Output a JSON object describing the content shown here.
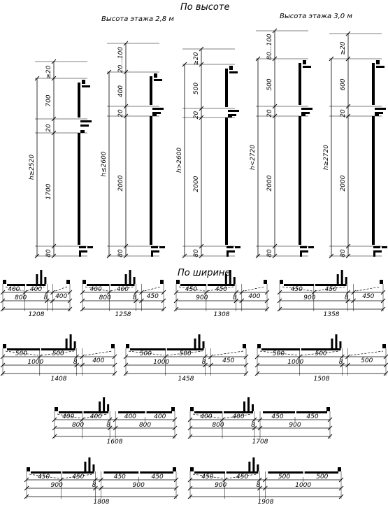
{
  "headings": {
    "by_height": "По высоте",
    "by_width": "По ширине"
  },
  "floor_heights": {
    "h28": "Высота этажа 2,8 м",
    "h30": "Высота этажа 3,0 м"
  },
  "height_diagrams": [
    {
      "id": "a",
      "top": "≥20",
      "upper": "700",
      "mid": "20",
      "lower": "1700",
      "bottom": "80",
      "total": "h≥2520"
    },
    {
      "id": "b",
      "top": "20...100",
      "upper": "400",
      "mid": "20",
      "lower": "2000",
      "bottom": "80",
      "total": "h≤2600"
    },
    {
      "id": "c",
      "top": "≥20",
      "upper": "500",
      "mid": "20",
      "lower": "2000",
      "bottom": "80",
      "total": "h>2600"
    },
    {
      "id": "d",
      "top": "80...100",
      "upper": "500",
      "mid": "20",
      "lower": "2000",
      "bottom": "80",
      "total": "h<2720"
    },
    {
      "id": "e",
      "top": "≥20",
      "upper": "600",
      "mid": "20",
      "lower": "2000",
      "bottom": "80",
      "total": "h≥2720"
    }
  ],
  "width_diagrams": [
    {
      "id": "w1208",
      "panels": [
        "400",
        "400"
      ],
      "sum": "800",
      "gap": "8",
      "door": "400",
      "total": "1208"
    },
    {
      "id": "w1258",
      "panels": [
        "400",
        "400"
      ],
      "sum": "800",
      "gap": "8",
      "door": "450",
      "total": "1258"
    },
    {
      "id": "w1308",
      "panels": [
        "450",
        "450"
      ],
      "sum": "900",
      "gap": "8",
      "door": "400",
      "total": "1308"
    },
    {
      "id": "w1358",
      "panels": [
        "450",
        "450"
      ],
      "sum": "900",
      "gap": "8",
      "door": "450",
      "total": "1358"
    },
    {
      "id": "w1408",
      "panels": [
        "500",
        "500"
      ],
      "sum": "1000",
      "gap": "8",
      "door": "400",
      "total": "1408"
    },
    {
      "id": "w1458",
      "panels": [
        "500",
        "500"
      ],
      "sum": "1000",
      "gap": "8",
      "door": "450",
      "total": "1458"
    },
    {
      "id": "w1508",
      "panels": [
        "500",
        "500"
      ],
      "sum": "1000",
      "gap": "8",
      "door": "500",
      "total": "1508"
    },
    {
      "id": "w1608",
      "panels": [
        "400",
        "400"
      ],
      "sum": "800",
      "gap": "8",
      "door2": [
        "400",
        "400"
      ],
      "door2sum": "800",
      "total": "1608"
    },
    {
      "id": "w1708",
      "panels": [
        "400",
        "400"
      ],
      "sum": "800",
      "gap": "8",
      "door2": [
        "450",
        "450"
      ],
      "door2sum": "900",
      "total": "1708"
    },
    {
      "id": "w1808",
      "panels": [
        "450",
        "450"
      ],
      "sum": "900",
      "gap": "8",
      "door2": [
        "450",
        "450"
      ],
      "door2sum": "900",
      "total": "1808"
    },
    {
      "id": "w1908",
      "panels": [
        "450",
        "450"
      ],
      "sum": "900",
      "gap": "8",
      "door2": [
        "500",
        "500"
      ],
      "door2sum": "1000",
      "total": "1908"
    }
  ]
}
